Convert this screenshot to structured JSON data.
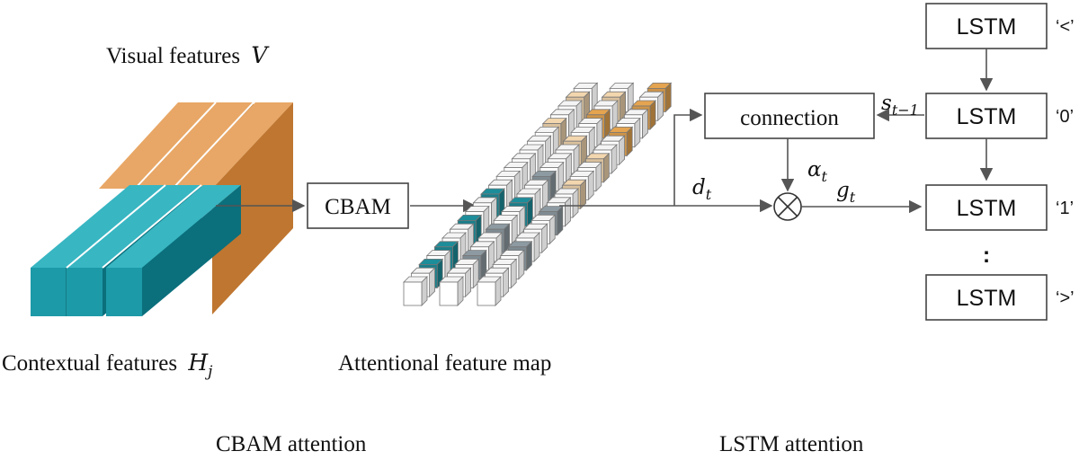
{
  "labels": {
    "visual_features": "Visual features",
    "visual_symbol": "V",
    "contextual_features": "Contextual features",
    "contextual_symbol": "H",
    "contextual_subscript": "j",
    "attentional_map": "Attentional feature map",
    "section_cbam": "CBAM attention",
    "section_lstm": "LSTM attention"
  },
  "boxes": {
    "cbam": "CBAM",
    "connection": "connection",
    "lstm": "LSTM"
  },
  "math": {
    "s_base": "s",
    "s_sub": "t−1",
    "alpha_base": "α",
    "alpha_sub": "t",
    "d_base": "d",
    "d_sub": "t",
    "g_base": "g",
    "g_sub": "t",
    "multiply": "⊗",
    "ellipsis": ":"
  },
  "tokens": [
    "‘<’",
    "‘0’",
    "‘1’",
    "‘>’"
  ],
  "colors": {
    "teal_front": "#1d9aa8",
    "teal_top": "#38b6c2",
    "teal_side": "#0b6f7c",
    "orange_top": "#e8a766",
    "orange_side": "#bf7630",
    "cube_orange": "#e5a450",
    "cube_peach": "#f2d6ae",
    "cube_teal": "#1d8d9a",
    "cube_gray": "#8d9aa2",
    "line": "#555555"
  }
}
